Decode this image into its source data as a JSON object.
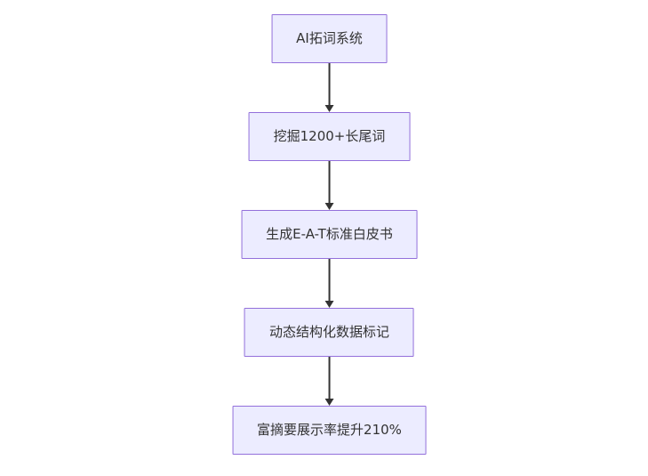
{
  "diagram": {
    "type": "flowchart",
    "direction": "top-down",
    "style": {
      "node_fill": "#ececff",
      "node_border": "#9370db",
      "node_text_color": "#333333",
      "arrow_color": "#333333",
      "background": "#ffffff"
    },
    "nodes": [
      {
        "id": "n1",
        "label": "AI拓词系统"
      },
      {
        "id": "n2",
        "label": "挖掘1200+长尾词"
      },
      {
        "id": "n3",
        "label": "生成E-A-T标准白皮书"
      },
      {
        "id": "n4",
        "label": "动态结构化数据标记"
      },
      {
        "id": "n5",
        "label": "富摘要展示率提升210%"
      }
    ],
    "edges": [
      {
        "from": "n1",
        "to": "n2"
      },
      {
        "from": "n2",
        "to": "n3"
      },
      {
        "from": "n3",
        "to": "n4"
      },
      {
        "from": "n4",
        "to": "n5"
      }
    ]
  }
}
